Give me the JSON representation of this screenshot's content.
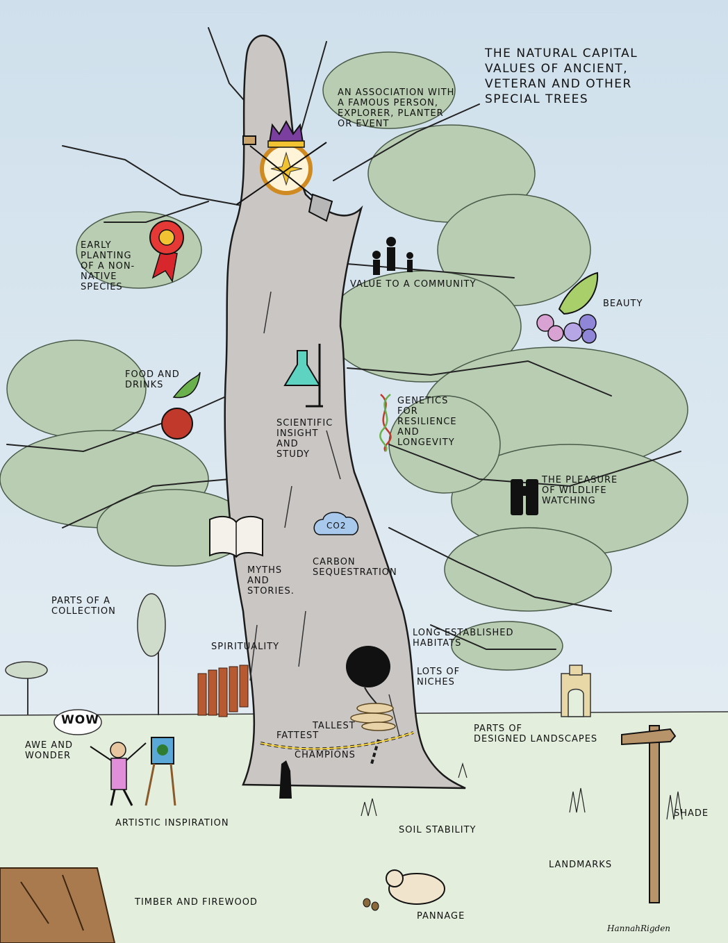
{
  "title": "THE NATURAL CAPITAL\nVALUES OF ANCIENT,\nVETERAN AND OTHER\nSPECIAL TREES",
  "labels": {
    "association": "AN ASSOCIATION WITH\nA FAMOUS PERSON,\nEXPLORER, PLANTER\nOR EVENT",
    "early_planting": "EARLY\nPLANTING\nOF A NON-\nNATIVE\nSPECIES",
    "community": "VALUE TO A COMMUNITY",
    "beauty": "BEAUTY",
    "food": "FOOD AND\nDRINKS",
    "scientific": "SCIENTIFIC\nINSIGHT\nAND\nSTUDY",
    "genetics": "GENETICS\nFOR\nRESILIENCE\nAND\nLONGEVITY",
    "wildlife": "THE PLEASURE\nOF WILDLIFE\nWATCHING",
    "myths": "MYTHS\nAND\nSTORIES.",
    "carbon": "CARBON\nSEQUESTRATION",
    "co2": "CO2",
    "collection": "PARTS OF A\nCOLLECTION",
    "spirituality": "SPIRITUALITY",
    "habitats": "LONG ESTABLISHED\nHABITATS",
    "niches": "LOTS OF\nNICHES",
    "tallest": "TALLEST",
    "fattest": "FATTEST",
    "champions": "CHAMPIONS",
    "designed": "PARTS OF\nDESIGNED LANDSCAPES",
    "wow": "WOW",
    "awe": "AWE AND\nWONDER",
    "artistic": "ARTISTIC INSPIRATION",
    "soil": "SOIL STABILITY",
    "shade": "SHADE",
    "landmarks": "LANDMARKS",
    "timber": "TIMBER AND FIREWOOD",
    "pannage": "PANNAGE"
  },
  "signature": "HannahRigden",
  "icons": [
    "crown-icon",
    "compass-icon",
    "spade-icon",
    "rosette-icon",
    "family-icon",
    "flower-berries-icon",
    "apple-icon",
    "flask-icon",
    "dna-icon",
    "binoculars-icon",
    "book-icon",
    "co2-cloud-icon",
    "hollow-icon",
    "fungi-icon",
    "tape-measure-icon",
    "prayer-flags-icon",
    "painter-icon",
    "easel-icon",
    "signpost-icon",
    "folly-icon",
    "pig-icon",
    "acorn-icon",
    "logs-icon",
    "conifer-icon"
  ],
  "colors": {
    "sky": "#d8e6ef",
    "grass": "#e2eedc",
    "trunk": "#c9c6c4",
    "foliage": "#b9cfb4",
    "ink": "#111111"
  }
}
